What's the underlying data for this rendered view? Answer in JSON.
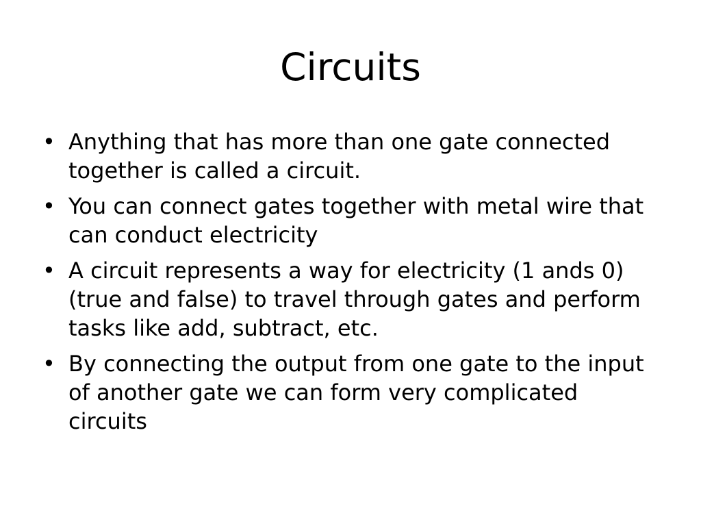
{
  "slide": {
    "title": "Circuits",
    "bullet_marker": "•",
    "bullets": [
      "Anything that has more than one gate connected together is called a circuit.",
      "You can connect gates together with metal wire that can conduct electricity",
      "A circuit represents a way for electricity (1 ands 0) (true and false) to travel through gates and perform tasks like add, subtract, etc.",
      "By connecting the output from one gate to the input of another gate we can form very complicated circuits"
    ]
  }
}
